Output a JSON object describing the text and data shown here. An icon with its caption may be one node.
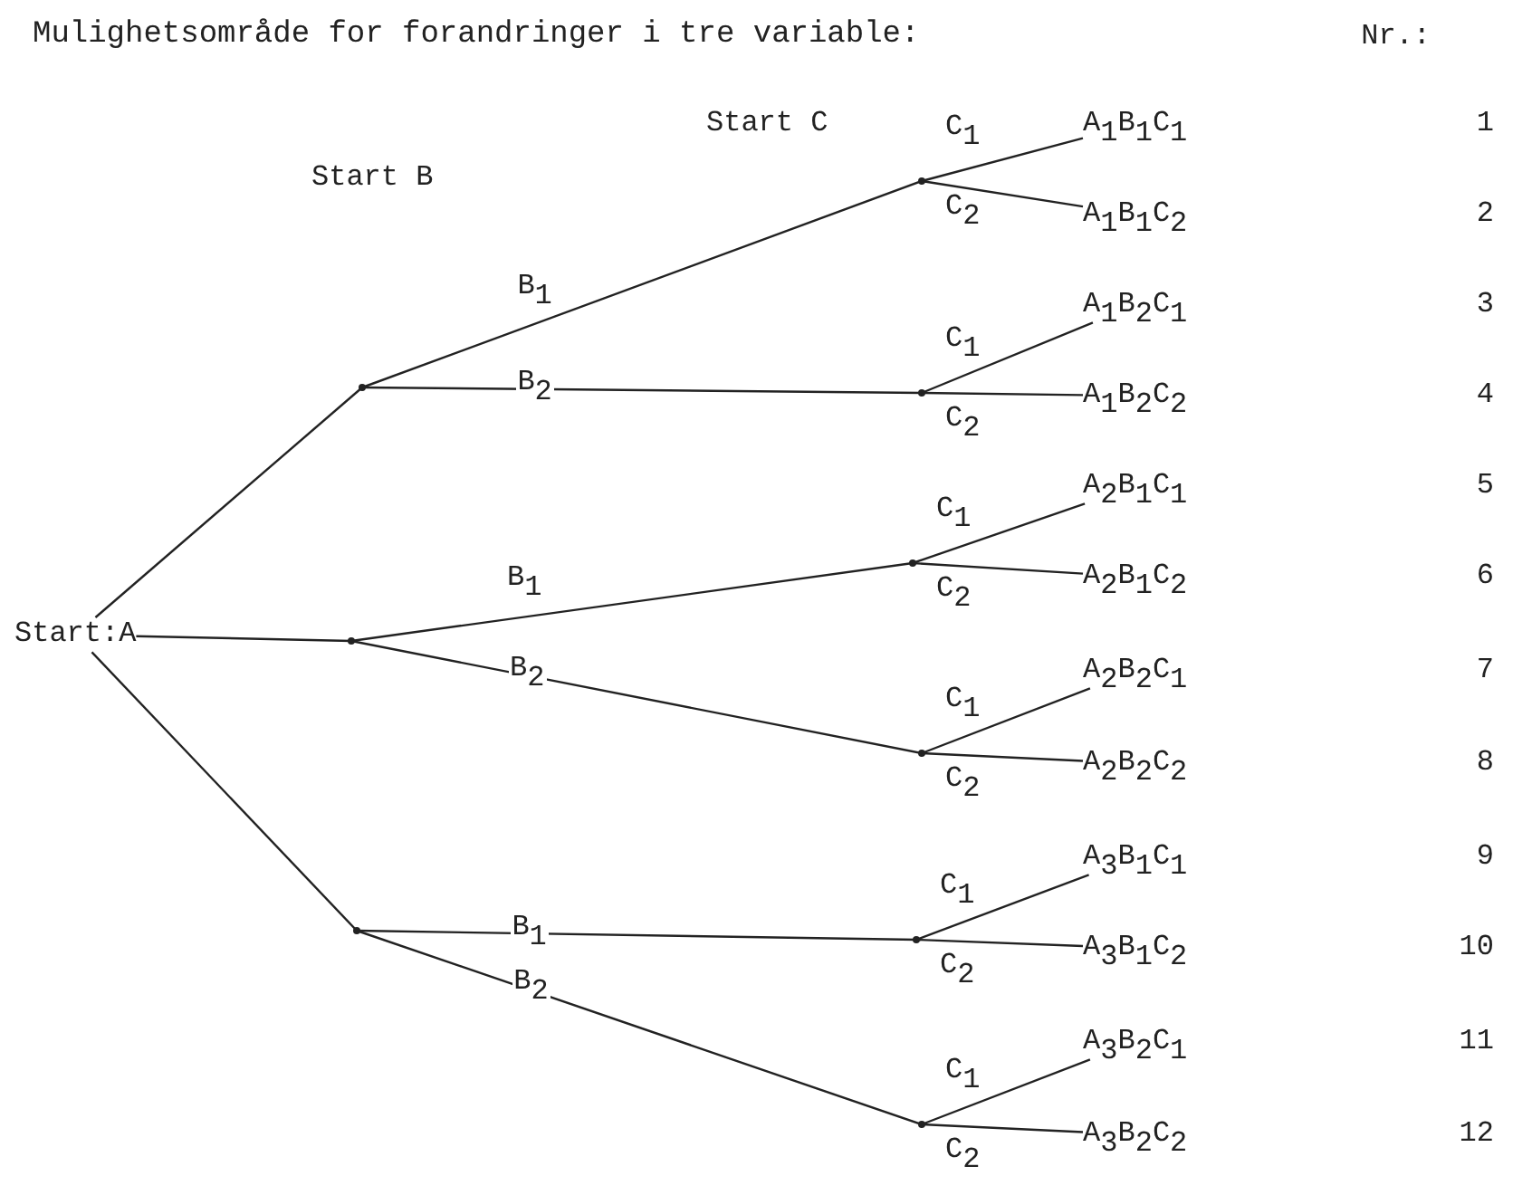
{
  "diagram": {
    "title": "Mulighetsområde for forandringer i tre variable:",
    "nodes": [
      {
        "text": [
          "Start:A"
        ]
      },
      {
        "text": [],
        "shape": "dot"
      },
      {
        "text": [],
        "shape": "dot"
      },
      {
        "text": [],
        "shape": "dot"
      },
      {
        "text": [],
        "shape": "dot"
      },
      {
        "text": [],
        "shape": "dot"
      },
      {
        "text": [],
        "shape": "dot"
      },
      {
        "text": [],
        "shape": "dot"
      },
      {
        "text": [],
        "shape": "dot"
      },
      {
        "text": [],
        "shape": "dot"
      },
      {
        "text": [
          "A$_{1}$B$_{1}$C$_{1}$"
        ]
      },
      {
        "text": [
          "A$_{1}$B$_{1}$C$_{2}$"
        ]
      },
      {
        "text": [
          "A$_{1}$B$_{2}$C$_{1}$"
        ]
      },
      {
        "text": [
          "A$_{1}$B$_{2}$C$_{2}$"
        ]
      },
      {
        "text": [
          "A$_{2}$B$_{1}$C$_{1}$"
        ]
      },
      {
        "text": [
          "A$_{2}$B$_{1}$C$_{2}$"
        ]
      },
      {
        "text": [
          "A$_{2}$B$_{2}$C$_{1}$"
        ]
      },
      {
        "text": [
          "A$_{2}$B$_{2}$C$_{2}$"
        ]
      },
      {
        "text": [
          "A$_{3}$B$_{1}$C$_{1}$"
        ]
      },
      {
        "text": [
          "A$_{3}$B$_{1}$C$_{2}$"
        ]
      },
      {
        "text": [
          "A$_{3}$B$_{2}$C$_{1}$"
        ]
      },
      {
        "text": [
          "A$_{3}$B$_{2}$C$_{2}$"
        ]
      }
    ],
    "edges": [
      {
        "from": 0,
        "to": 1,
        "arrow": "none"
      },
      {
        "from": 0,
        "to": 2,
        "arrow": "none"
      },
      {
        "from": 0,
        "to": 3,
        "arrow": "none"
      },
      {
        "from": 1,
        "to": 4,
        "label": "B$_{1}$",
        "arrow": "none"
      },
      {
        "from": 1,
        "to": 5,
        "label": "B$_{2}$",
        "arrow": "none"
      },
      {
        "from": 2,
        "to": 6,
        "label": "B$_{1}$",
        "arrow": "none"
      },
      {
        "from": 2,
        "to": 7,
        "label": "B$_{2}$",
        "arrow": "none"
      },
      {
        "from": 3,
        "to": 8,
        "label": "B$_{1}$",
        "arrow": "none"
      },
      {
        "from": 3,
        "to": 9,
        "label": "B$_{2}$",
        "arrow": "none"
      },
      {
        "from": 4,
        "to": 10,
        "label": "C$_{1}$",
        "arrow": "none"
      },
      {
        "from": 4,
        "to": 11,
        "label": "C$_{2}$",
        "arrow": "none"
      },
      {
        "from": 5,
        "to": 12,
        "label": "C$_{1}$",
        "arrow": "none"
      },
      {
        "from": 5,
        "to": 13,
        "label": "C$_{2}$",
        "arrow": "none"
      },
      {
        "from": 6,
        "to": 14,
        "label": "C$_{1}$",
        "arrow": "none"
      },
      {
        "from": 6,
        "to": 15,
        "label": "C$_{2}$",
        "arrow": "none"
      },
      {
        "from": 7,
        "to": 16,
        "label": "C$_{1}$",
        "arrow": "none"
      },
      {
        "from": 7,
        "to": 17,
        "label": "C$_{2}$",
        "arrow": "none"
      },
      {
        "from": 8,
        "to": 18,
        "label": "C$_{1}$",
        "arrow": "none"
      },
      {
        "from": 8,
        "to": 19,
        "label": "C$_{2}$",
        "arrow": "none"
      },
      {
        "from": 9,
        "to": 20,
        "label": "C$_{1}$",
        "arrow": "none"
      },
      {
        "from": 9,
        "to": 21,
        "label": "C$_{2}$",
        "arrow": "none"
      }
    ],
    "labels": [
      "Nr.:",
      "Start C",
      "1",
      "Start B",
      "2",
      "3",
      "4",
      "5",
      "6",
      "7",
      "8",
      "9",
      "10",
      "11",
      "12"
    ]
  }
}
